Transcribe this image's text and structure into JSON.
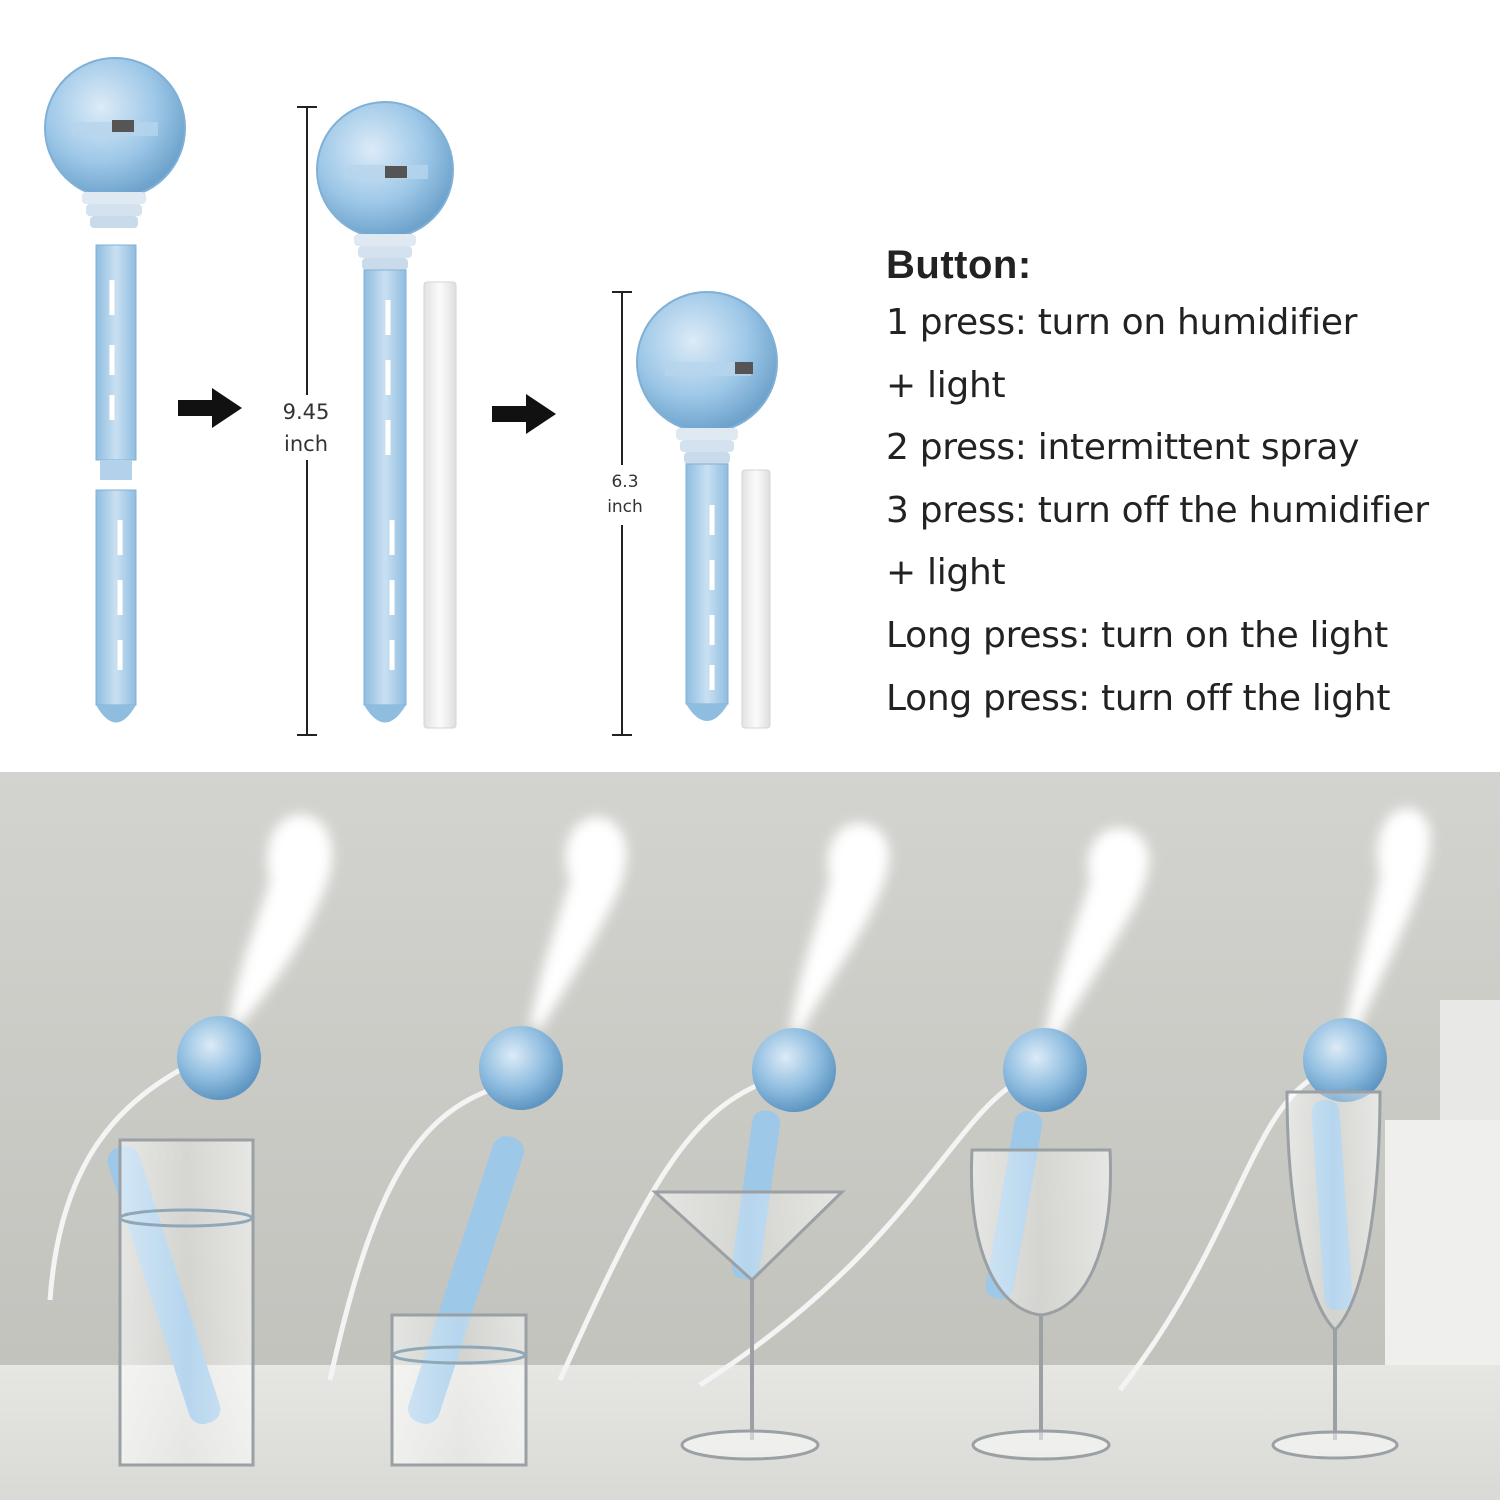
{
  "instructions": {
    "title": "Button:",
    "lines": [
      "1 press: turn on humidifier",
      "+ light",
      "2 press: intermittent spray",
      "3 press: turn off the humidifier",
      "+ light",
      "Long press: turn on the light",
      "Long press: turn off the light"
    ]
  },
  "dimensions": {
    "long": {
      "value": "9.45",
      "unit": "inch"
    },
    "short": {
      "value": "6.3",
      "unit": "inch"
    }
  },
  "colors": {
    "product_blue": "#9ec8e8",
    "product_dark": "#6fa3cc",
    "filter_white": "#f3f3f3",
    "background_gray": "#cbcbc7"
  }
}
